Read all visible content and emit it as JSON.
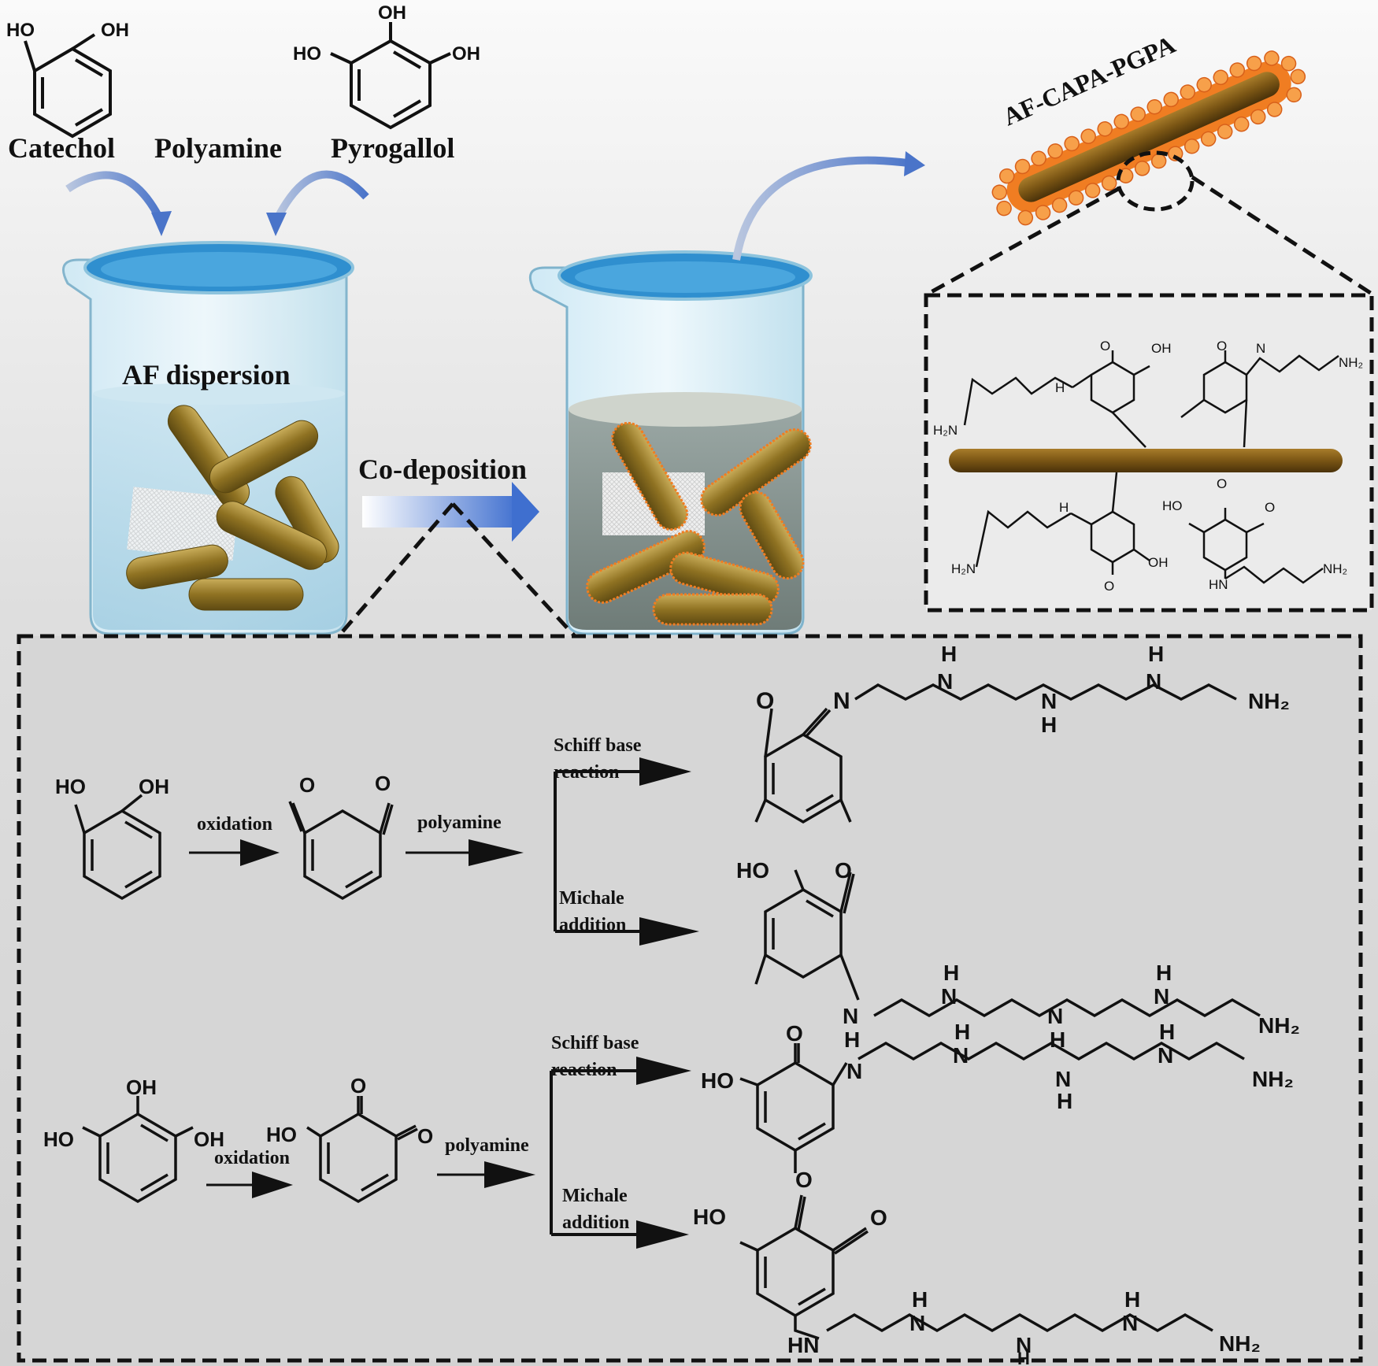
{
  "top": {
    "reagents": {
      "catechol": "Catechol",
      "polyamine": "Polyamine",
      "pyrogallol": "Pyrogallol"
    },
    "beaker1_label": "AF dispersion",
    "step_label": "Co-deposition",
    "product_label": "AF-CAPA-PGPA"
  },
  "chem": {
    "oh": "OH",
    "ho": "HO",
    "o": "O",
    "n": "N",
    "h": "H",
    "hn": "HN",
    "nh2": "NH₂",
    "h2n": "H₂N"
  },
  "mechanism": {
    "oxidation": "oxidation",
    "polyamine": "polyamine",
    "schiff_line1": "Schiff base",
    "schiff_line2": "reaction",
    "michael_line1": "Michale",
    "michael_line2": "addition"
  },
  "colors": {
    "fiber": "#8a6a18",
    "coating": "#f07d22",
    "water": "#a9d2e6",
    "arrow": "#4a74c9"
  }
}
